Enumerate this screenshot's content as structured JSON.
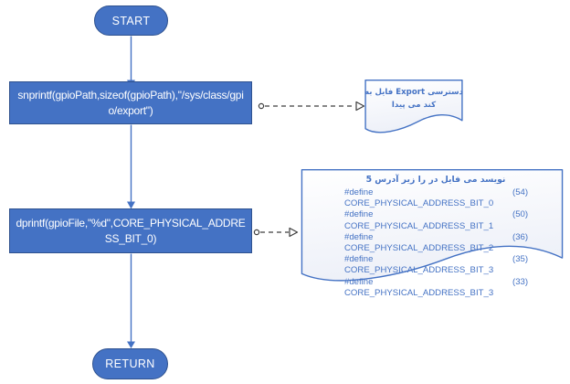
{
  "flowchart": {
    "start": {
      "label": "START"
    },
    "end": {
      "label": "RETURN"
    },
    "steps": [
      {
        "code": "snprintf(gpioPath,sizeof(gpioPath),\"/sys/class/gpio/export\")"
      },
      {
        "code": "dprintf(gpioFile,\"%d\",CORE_PHYSICAL_ADDRESS_BIT_0)"
      }
    ],
    "note_export": {
      "line1": "به‎ فایل‎ Export دسترسی",
      "line2": "پیدا‎ می‎ کند"
    },
    "note_defines": {
      "title": "5 آدرس‎ زیر‎ را‎ در‎ فایل‎ می‎ نویسد",
      "defines": [
        {
          "name": "#define CORE_PHYSICAL_ADDRESS_BIT_0",
          "value": "(54)"
        },
        {
          "name": "#define CORE_PHYSICAL_ADDRESS_BIT_1",
          "value": "(50)"
        },
        {
          "name": "#define CORE_PHYSICAL_ADDRESS_BIT_2",
          "value": "(36)"
        },
        {
          "name": "#define CORE_PHYSICAL_ADDRESS_BIT_3",
          "value": "(35)"
        },
        {
          "name": "#define CORE_PHYSICAL_ADDRESS_BIT_3",
          "value": "(33)"
        }
      ]
    },
    "colors": {
      "node_fill": "#4472C4",
      "node_border": "#2F528F",
      "note_border": "#4472C4",
      "note_text": "#4472C4",
      "flow_connector": "#4472C4",
      "dashed_connector": "#3D3D3D"
    }
  }
}
